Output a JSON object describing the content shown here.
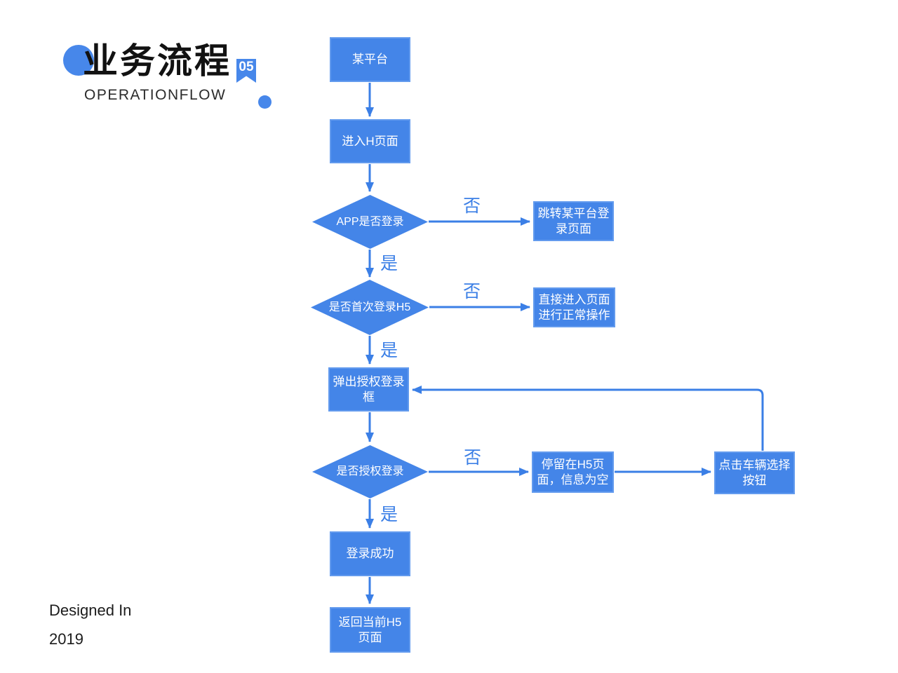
{
  "header": {
    "title": "业务流程",
    "badge": "05",
    "subtitle_word1": "OPERATION",
    "subtitle_word2": "FLOW"
  },
  "colors": {
    "primary_blue": "#4485e8",
    "arrow_blue": "#3b7fe6",
    "title_black": "#121212"
  },
  "flowchart": {
    "labels": {
      "yes": "是",
      "no": "否"
    },
    "nodes": {
      "start": {
        "type": "rect",
        "lines": [
          "某平台"
        ]
      },
      "enter_h5": {
        "type": "rect",
        "lines": [
          "进入H页面"
        ]
      },
      "app_login_q": {
        "type": "diamond",
        "lines": [
          "APP是否登录"
        ]
      },
      "jump_login": {
        "type": "rect",
        "lines": [
          "跳转某平台登",
          "录页面"
        ]
      },
      "first_login_q": {
        "type": "diamond",
        "lines": [
          "是否首次登录H5"
        ]
      },
      "direct_enter": {
        "type": "rect",
        "lines": [
          "直接进入页面",
          "进行正常操作"
        ]
      },
      "popup_auth": {
        "type": "rect",
        "lines": [
          "弹出授权登录",
          "框"
        ]
      },
      "auth_login_q": {
        "type": "diamond",
        "lines": [
          "是否授权登录"
        ]
      },
      "stay_h5": {
        "type": "rect",
        "lines": [
          "停留在H5页",
          "面，信息为空"
        ]
      },
      "click_vehicle": {
        "type": "rect",
        "lines": [
          "点击车辆选择",
          "按钮"
        ]
      },
      "login_success": {
        "type": "rect",
        "lines": [
          "登录成功"
        ]
      },
      "return_h5": {
        "type": "rect",
        "lines": [
          "返回当前H5",
          "页面"
        ]
      }
    }
  },
  "footer": {
    "line1": "Designed In",
    "line2": "2019"
  }
}
